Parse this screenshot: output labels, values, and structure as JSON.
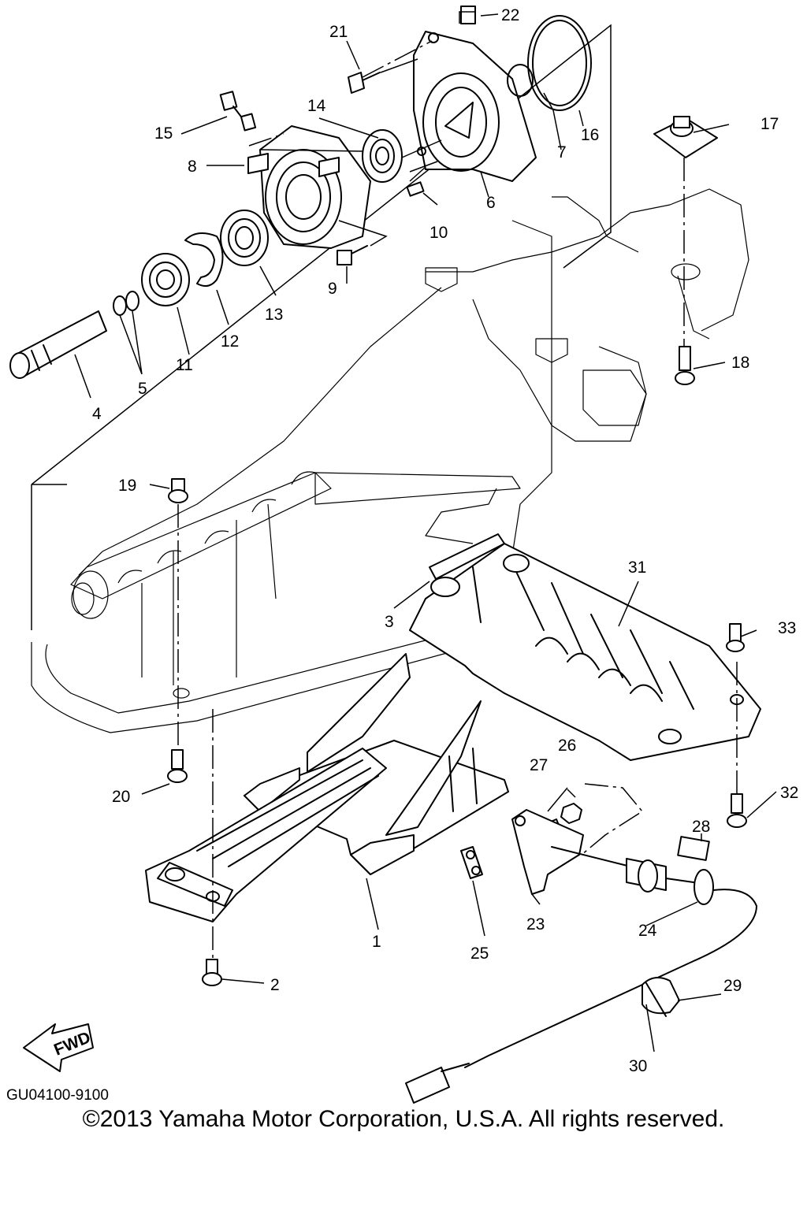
{
  "diagram": {
    "callouts": [
      "1",
      "2",
      "3",
      "4",
      "5",
      "6",
      "7",
      "8",
      "9",
      "10",
      "11",
      "12",
      "13",
      "14",
      "15",
      "16",
      "17",
      "18",
      "19",
      "20",
      "21",
      "22",
      "23",
      "24",
      "25",
      "26",
      "27",
      "28",
      "29",
      "30",
      "31",
      "32",
      "33"
    ],
    "fwd_label": "FWD",
    "drawing_id": "GU04100-9100",
    "copyright": "©2013 Yamaha Motor Corporation, U.S.A. All rights reserved."
  }
}
